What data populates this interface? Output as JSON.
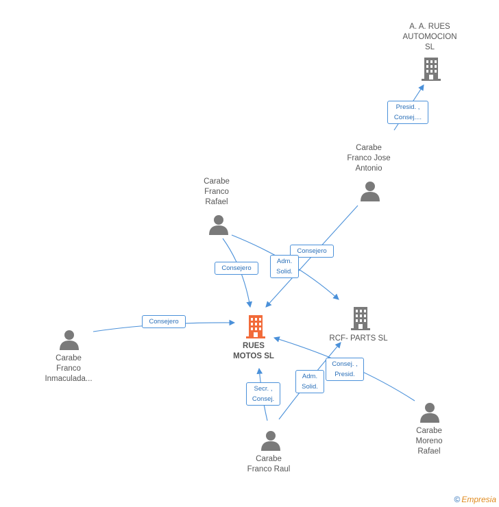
{
  "nodes": {
    "rues_motos": {
      "label": "RUES\nMOTOS SL",
      "kind": "company-main"
    },
    "aa_rues": {
      "label": "A.  A. RUES\nAUTOMOCION\nSL",
      "kind": "company"
    },
    "rcf_parts": {
      "label": "RCF- PARTS  SL",
      "kind": "company"
    },
    "jose_antonio": {
      "label": "Carabe\nFranco Jose\nAntonio",
      "kind": "person"
    },
    "rafael": {
      "label": "Carabe\nFranco\nRafael",
      "kind": "person"
    },
    "inmaculada": {
      "label": "Carabe\nFranco\nInmaculada...",
      "kind": "person"
    },
    "raul": {
      "label": "Carabe\nFranco Raul",
      "kind": "person"
    },
    "moreno_rafael": {
      "label": "Carabe\nMoreno\nRafael",
      "kind": "person"
    }
  },
  "edges": {
    "e_presid": {
      "label": "Presid. ,\nConsej...."
    },
    "e_consejero_jose": {
      "label": "Consejero"
    },
    "e_consejero_rafael": {
      "label": "Consejero"
    },
    "e_adm_solid_rafael": {
      "label": "Adm.\nSolid."
    },
    "e_consejero_inma": {
      "label": "Consejero"
    },
    "e_secr": {
      "label": "Secr. ,\nConsej."
    },
    "e_adm_solid_raul": {
      "label": "Adm.\nSolid."
    },
    "e_consej_presid": {
      "label": "Consej. ,\nPresid."
    }
  },
  "footer": {
    "copyright": "©",
    "brand": "Empresia"
  },
  "colors": {
    "main_company": "#f26b3a",
    "company": "#7a7a7a",
    "person": "#7a7a7a",
    "edge": "#4a90d9"
  }
}
